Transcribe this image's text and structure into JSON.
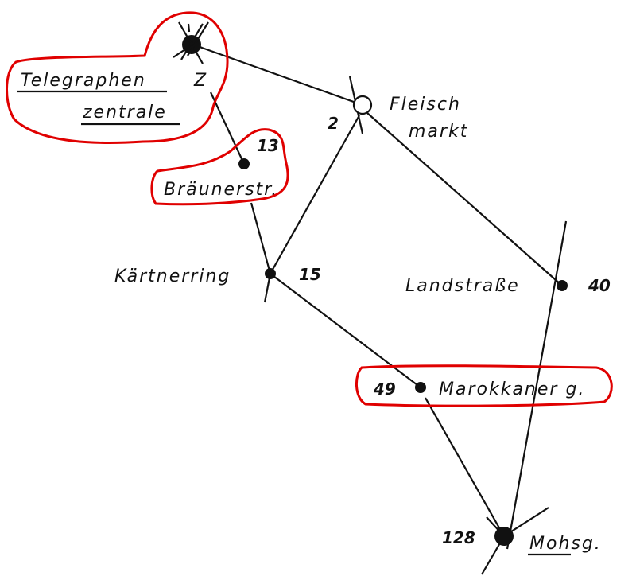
{
  "diagram": {
    "nodes": {
      "telegraphen": {
        "label_line1": "Telegraphen",
        "label_line2": "zentrale",
        "code": "Z"
      },
      "fleischmarkt": {
        "label_line1": "Fleisch",
        "label_line2": "markt",
        "number": "2"
      },
      "braeunerstr": {
        "label": "Bräunerstr.",
        "number": "13"
      },
      "kaertnerring": {
        "label": "Kärtnerring",
        "number": "15"
      },
      "landstrasse": {
        "label": "Landstraße",
        "number": "40"
      },
      "marokkanerg": {
        "label": "Marokkaner g.",
        "number": "49"
      },
      "mohsg": {
        "label": "Mohsg.",
        "number": "128"
      }
    },
    "highlight_color": "#e00000"
  }
}
